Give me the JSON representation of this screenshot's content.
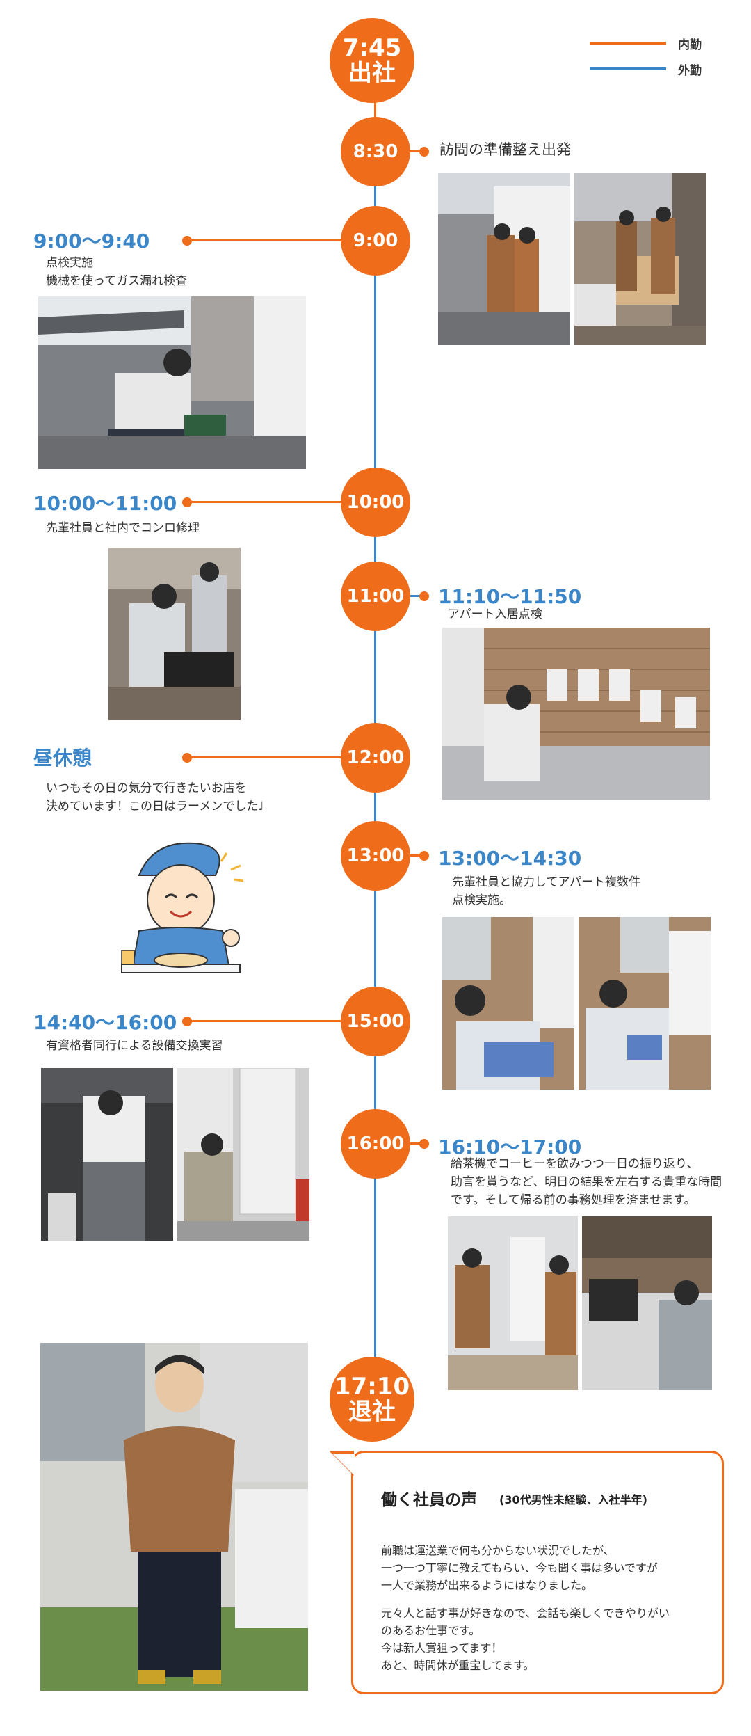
{
  "legend": {
    "office": "内勤",
    "field": "外勤",
    "office_color": "#ee6c1a",
    "field_color": "#3a86c8"
  },
  "start": {
    "time": "7:45",
    "label": "出社"
  },
  "end": {
    "time": "17:10",
    "label": "退社"
  },
  "schedule": [
    {
      "marker": "8:30",
      "label": "訪問の準備整え出発"
    },
    {
      "marker": "9:00",
      "title": "9:00〜9:40",
      "desc": "点検実施\n機械を使ってガス漏れ検査"
    },
    {
      "marker": "10:00",
      "title": "10:00〜11:00",
      "desc": "先輩社員と社内でコンロ修理"
    },
    {
      "marker": "11:00",
      "title": "11:10〜11:50",
      "desc": "アパート入居点検"
    },
    {
      "marker": "12:00",
      "title": "昼休憩",
      "desc": "いつもその日の気分で行きたいお店を\n決めています！この日はラーメンでした♩"
    },
    {
      "marker": "13:00",
      "title": "13:00〜14:30",
      "desc": "先輩社員と協力してアパート複数件\n点検実施。"
    },
    {
      "marker": "15:00",
      "title": "14:40〜16:00",
      "desc": "有資格者同行による設備交換実習"
    },
    {
      "marker": "16:00",
      "title": "16:10〜17:00",
      "desc": "給茶機でコーヒーを飲みつつ一日の振り返り、\n助言を貰うなど、明日の結果を左右する貴重な時間\nです。そして帰る前の事務処理を済ませます。"
    }
  ],
  "voice": {
    "title": "働く社員の声",
    "subtitle": "(30代男性未経験、入社半年)",
    "p1": "前職は運送業で何も分からない状況でしたが、\n一つ一つ丁寧に教えてもらい、今も聞く事は多いですが\n一人で業務が出来るようにはなりました。",
    "p2": "元々人と話す事が好きなので、会話も楽しくできやりがい\nのあるお仕事です。\n今は新人賞狙ってます！\nあと、時間休が重宝してます。"
  }
}
